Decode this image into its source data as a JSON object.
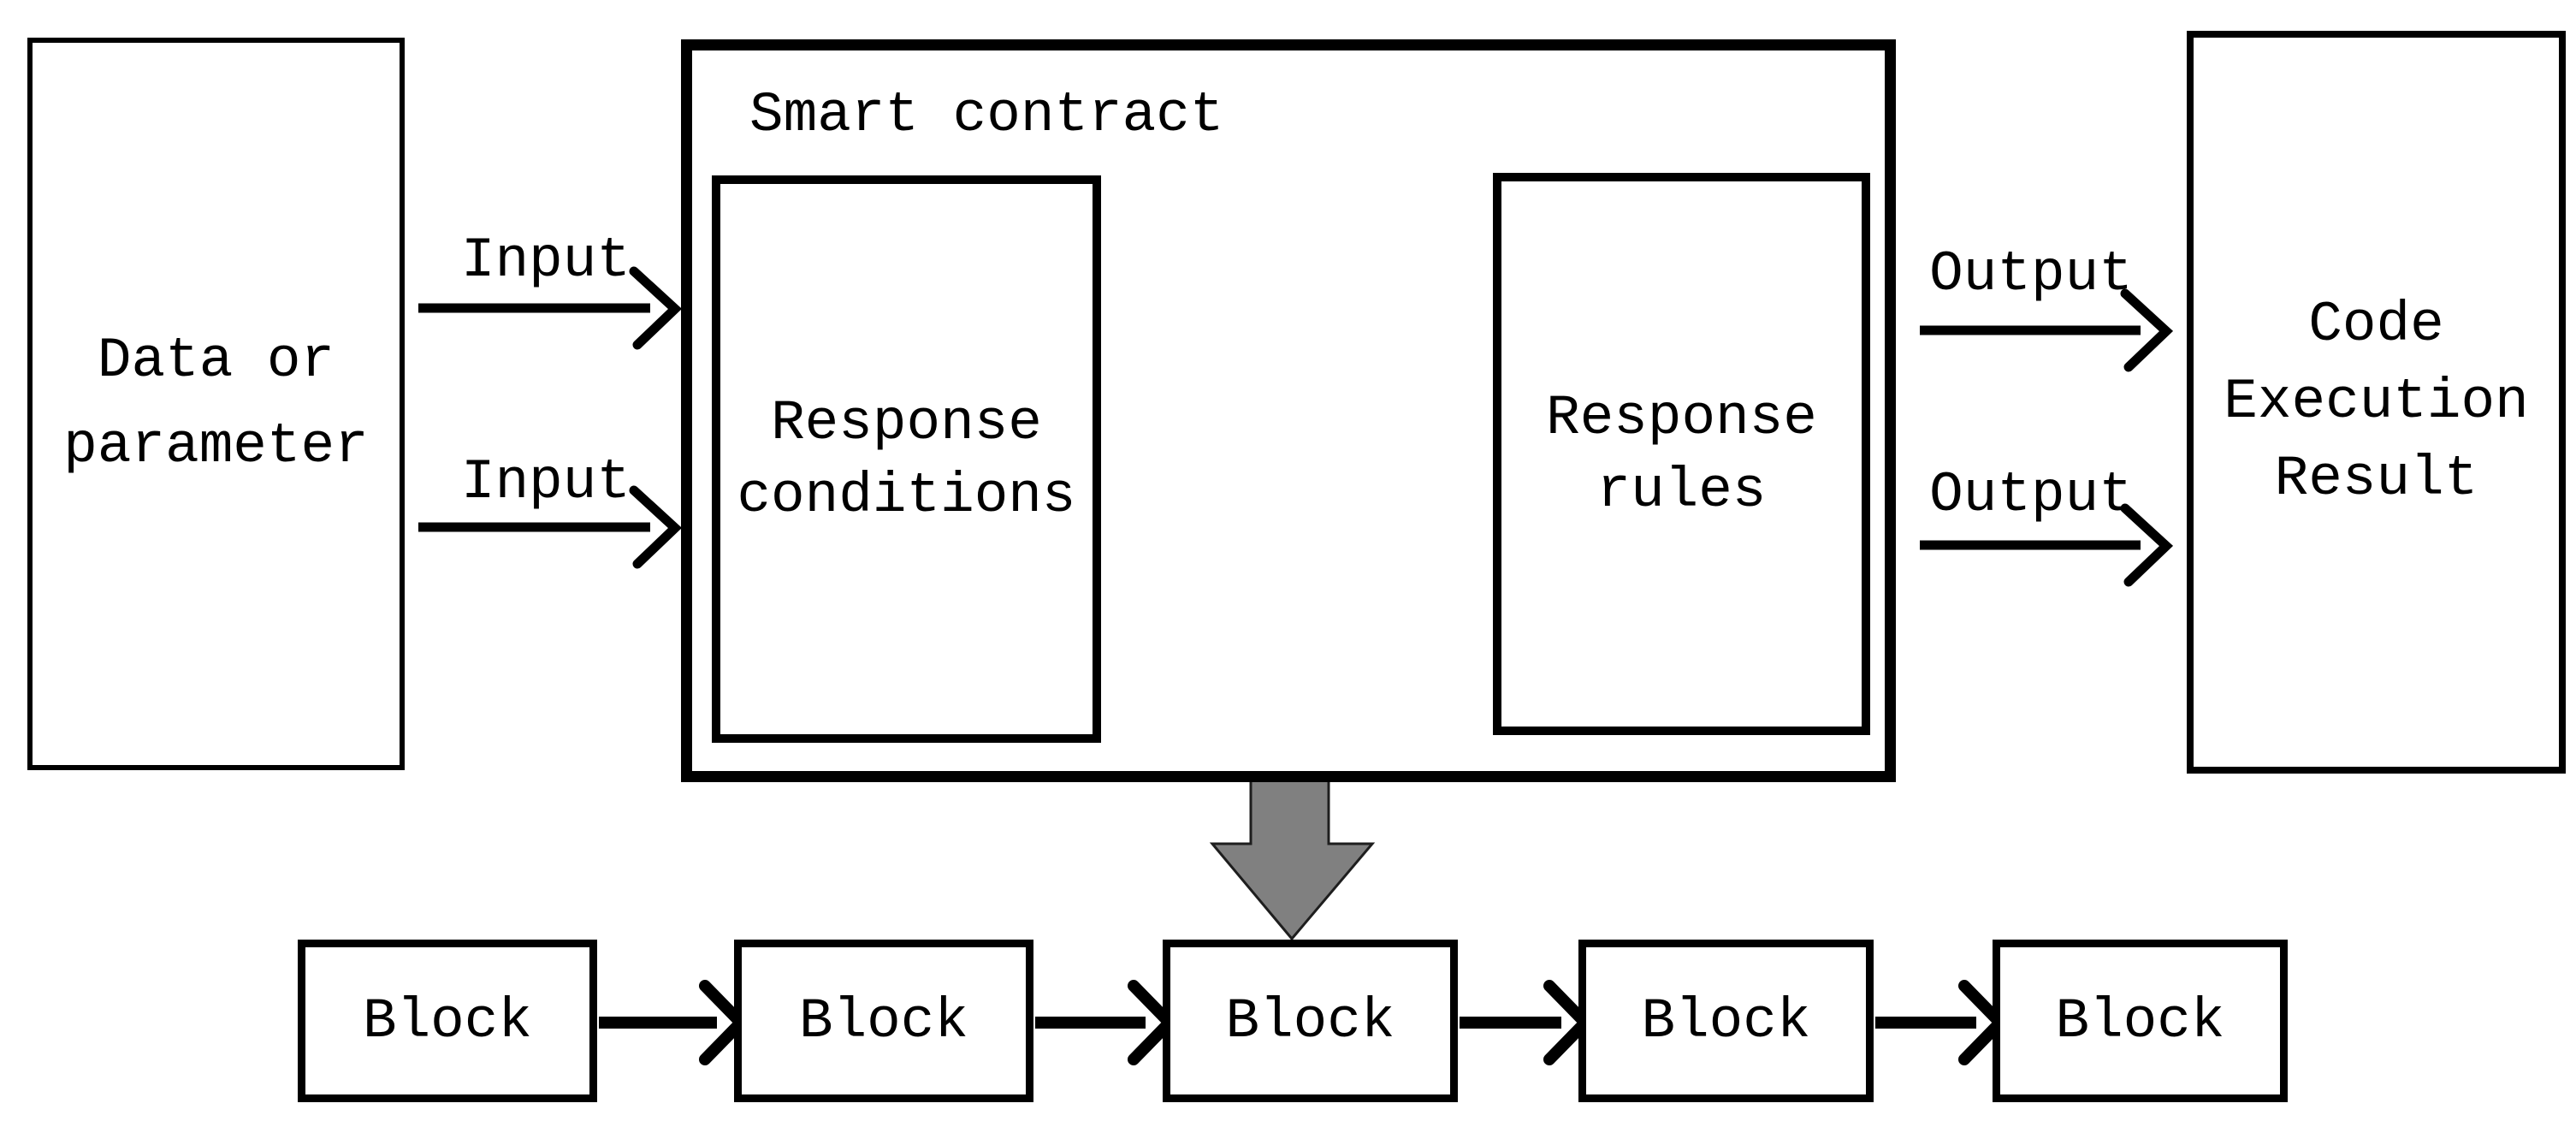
{
  "diagram": {
    "source_box": {
      "line1": "Data or",
      "line2": "parameter"
    },
    "smart_contract": {
      "title": "Smart contract",
      "conditions_box": {
        "line1": "Response",
        "line2": "conditions"
      },
      "rules_box": {
        "line1": "Response",
        "line2": "rules"
      }
    },
    "result_box": {
      "line1": "Code",
      "line2": "Execution",
      "line3": "Result"
    },
    "arrows": {
      "input1": {
        "label": "Input"
      },
      "input2": {
        "label": "Input"
      },
      "output1": {
        "label": "Output"
      },
      "output2": {
        "label": "Output"
      }
    },
    "blockchain": {
      "blocks": [
        {
          "label": "Block"
        },
        {
          "label": "Block"
        },
        {
          "label": "Block"
        },
        {
          "label": "Block"
        },
        {
          "label": "Block"
        }
      ]
    },
    "colors": {
      "line": "#000000",
      "background": "#ffffff",
      "down_arrow_fill": "#808080",
      "down_arrow_outline": "#1e1e1e"
    }
  }
}
